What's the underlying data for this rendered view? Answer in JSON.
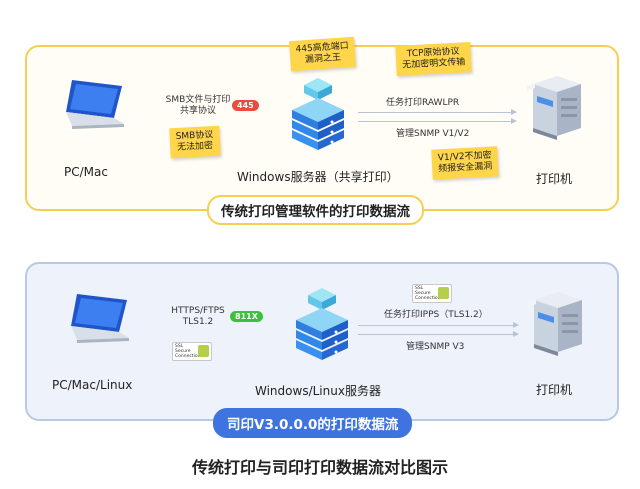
{
  "top": {
    "client_label": "PC/Mac",
    "server_label": "Windows服务器（共享打印）",
    "printer_label": "打印机",
    "caption": "传统打印管理软件的打印数据流",
    "protocol_line1": "SMB文件与打印",
    "protocol_line2": "共享协议",
    "port_badge": "445",
    "notes": {
      "smb_line1": "SMB协议",
      "smb_line2": "无法加密",
      "port_line1": "445高危端口",
      "port_line2": "漏洞之王",
      "tcp_line1": "TCP原始协议",
      "tcp_line2": "无加密明文传输",
      "snmp_line1": "V1/V2不加密",
      "snmp_line2": "频报安全漏洞"
    },
    "task_label": "任务打印RAWLPR",
    "manage_label": "管理SNMP V1/V2"
  },
  "bottom": {
    "client_label": "PC/Mac/Linux",
    "server_label": "Windows/Linux服务器",
    "printer_label": "打印机",
    "caption": "司印V3.0.0.0的打印数据流",
    "protocol_line1": "HTTPS/FTPS",
    "protocol_line2": "TLS1.2",
    "port_badge": "811X",
    "task_label": "任务打印IPPS（TLS1.2）",
    "manage_label": "管理SNMP V3",
    "ssl_text_1": "SSL",
    "ssl_text_2": "Secure",
    "ssl_text_3": "Connection"
  },
  "title": "传统打印与司印打印数据流对比图示",
  "colors": {
    "top_border": "#f5cf52",
    "bottom_border": "#b9c8e4",
    "note_yellow": "#ffd54a",
    "badge_red": "#e74c3c",
    "badge_green": "#3fbf3f",
    "accent_blue": "#3f74e0"
  },
  "icons": {
    "client": "laptop-icon",
    "server": "server-stack-icon",
    "printer": "printer-icon",
    "ssl": "ssl-secure-connection-icon"
  }
}
